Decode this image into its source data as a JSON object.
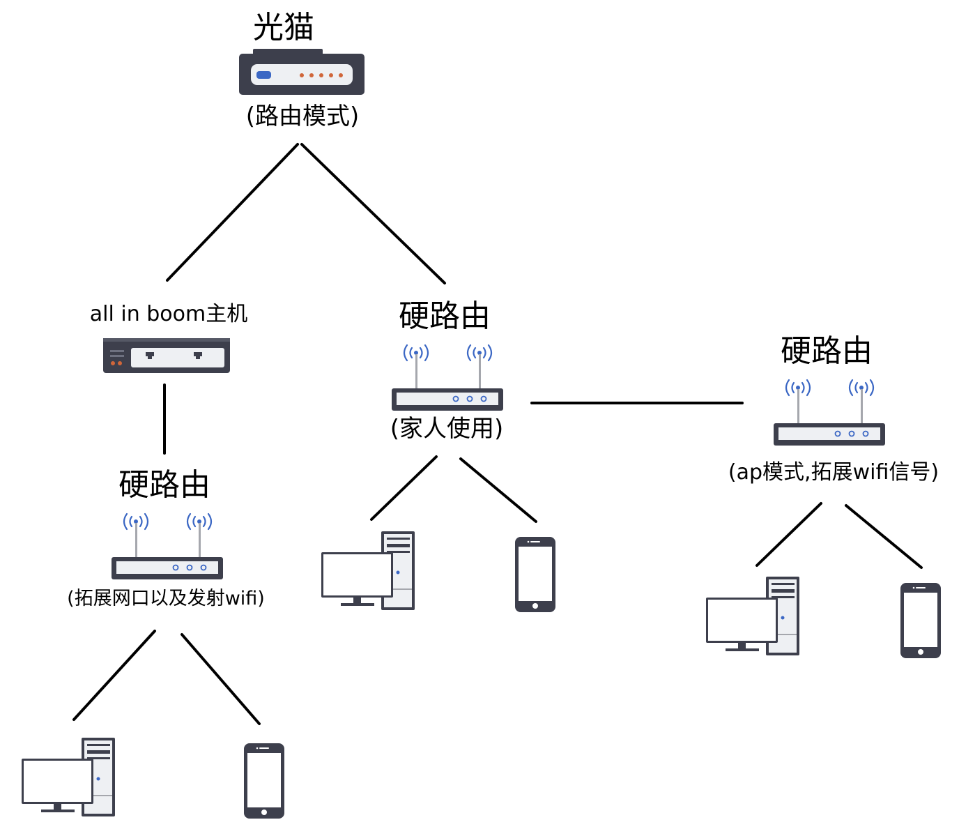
{
  "nodes": {
    "modem": {
      "title": "光猫",
      "subtitle": "(路由模式)"
    },
    "aio_host": {
      "title": "all in boom主机"
    },
    "router_left": {
      "title": "硬路由",
      "subtitle": "(拓展网口以及发射wifi)"
    },
    "router_center": {
      "title": "硬路由",
      "subtitle": "(家人使用)"
    },
    "router_right": {
      "title": "硬路由",
      "subtitle": "(ap模式,拓展wifi信号)"
    }
  },
  "icons": {
    "modem": "modem-icon",
    "mini_pc": "mini-pc-icon",
    "router": "wifi-router-icon",
    "desktop": "desktop-computer-icon",
    "phone": "smartphone-icon"
  },
  "colors": {
    "line": "#000000",
    "device_dark": "#3d3f4c",
    "device_panel": "#eef0f3",
    "accent_blue": "#3b67c4",
    "led_orange": "#d0663a"
  }
}
